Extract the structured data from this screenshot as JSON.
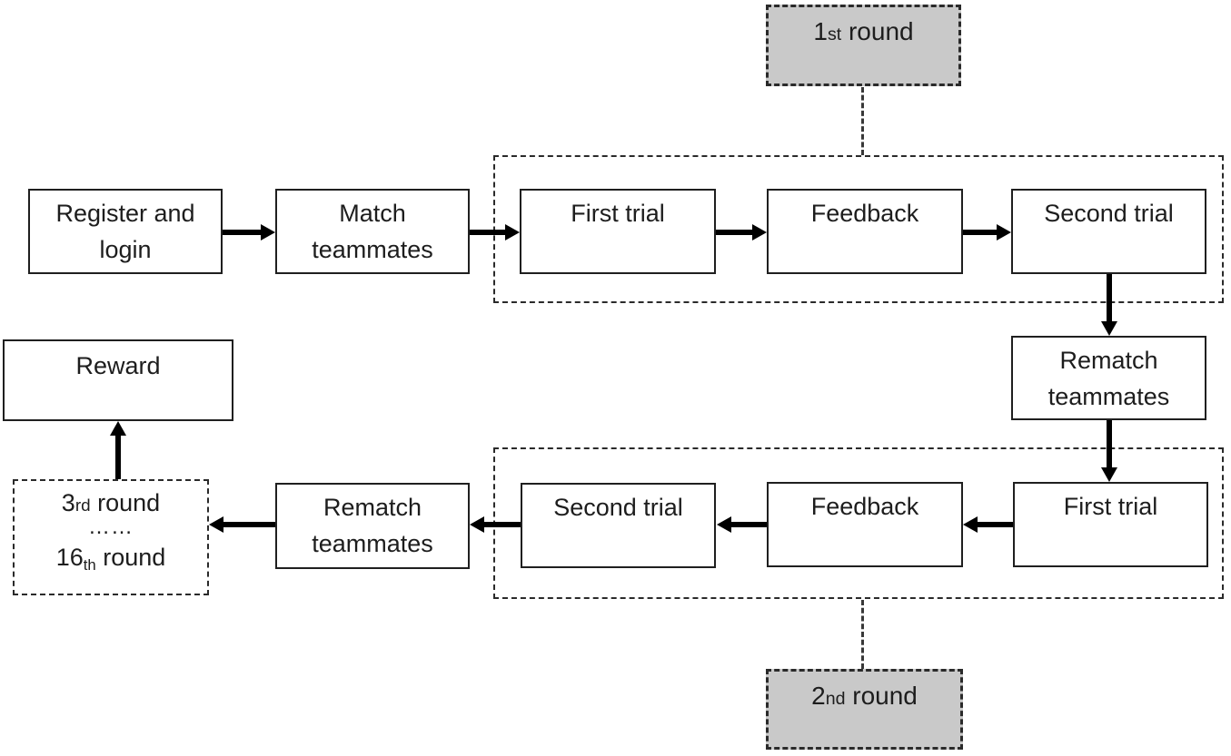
{
  "colors": {
    "background": "#ffffff",
    "box_border": "#1f1f1f",
    "arrow": "#000000",
    "round_tag_fill": "#c9c9c9",
    "text": "#1d1d1d"
  },
  "nodes": {
    "register_login": {
      "line1": "Register and",
      "line2": "login"
    },
    "match_teammates": {
      "line1": "Match",
      "line2": "teammates"
    },
    "round1_first_trial": "First trial",
    "round1_feedback": "Feedback",
    "round1_second_trial": "Second trial",
    "rematch_teammates_mid": {
      "line1": "Rematch",
      "line2": "teammates"
    },
    "round2_first_trial": "First trial",
    "round2_feedback": "Feedback",
    "round2_second_trial": "Second trial",
    "rematch_teammates_bottom": {
      "line1": "Rematch",
      "line2": "teammates"
    },
    "reward": "Reward",
    "later_rounds": {
      "round3_num": "3",
      "round3_ord": "rd",
      "round3_rest": " round",
      "ellipsis": "……",
      "round16_num": "16",
      "round16_ord": "th",
      "round16_rest": " round"
    }
  },
  "round_tags": {
    "round1": {
      "num": "1",
      "ord": "st",
      "rest": " round"
    },
    "round2": {
      "num": "2",
      "ord": "nd",
      "rest": " round"
    }
  }
}
